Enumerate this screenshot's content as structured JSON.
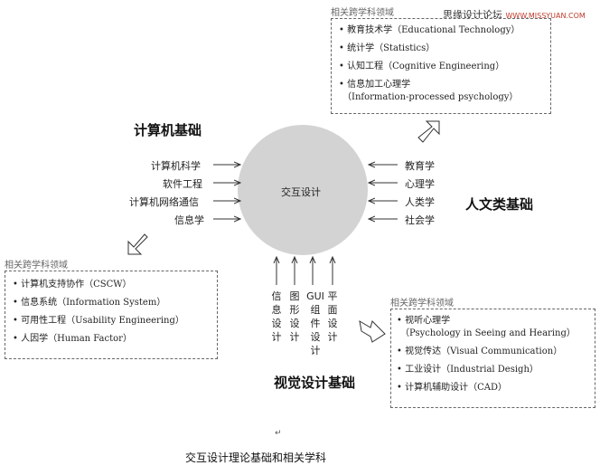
{
  "watermark": {
    "text": "思缘设计论坛",
    "url": "WWW.MISSYUAN.COM"
  },
  "center": {
    "label": "交互设计"
  },
  "computer_basis": {
    "heading": "计算机基础",
    "items": [
      "计算机科学",
      "软件工程",
      "计算机网络通信",
      "信息学"
    ]
  },
  "humanities_basis": {
    "heading": "人文类基础",
    "items": [
      "教育学",
      "心理学",
      "人类学",
      "社会学"
    ]
  },
  "visual_basis": {
    "heading": "视觉设计基础",
    "columns": [
      "信息设计",
      "图形设计",
      "GUI组件设计",
      "平面设计"
    ]
  },
  "box_top_right": {
    "title": "相关跨学科领域",
    "items": [
      "教育技术学（Educational Technology）",
      "统计学（Statistics）",
      "认知工程（Cognitive Engineering）",
      "信息加工心理学",
      "（Information-processed psychology）"
    ]
  },
  "box_left": {
    "title": "相关跨学科领域",
    "items": [
      "计算机支持协作（CSCW）",
      "信息系统（Information System）",
      "可用性工程（Usability Engineering）",
      "人因学（Human Factor）"
    ]
  },
  "box_bottom_right": {
    "title": "相关跨学科领域",
    "items": [
      "视听心理学",
      "（Psychology in Seeing and Hearing）",
      "视觉传达（Visual Communication）",
      "工业设计（Industrial Desigh）",
      "计算机辅助设计（CAD）"
    ]
  },
  "caption": "交互设计理论基础和相关学科",
  "paragraph_mark": "↵",
  "colors": {
    "circle": "#d3d3d3",
    "line": "#333333",
    "box_border": "#666666"
  }
}
